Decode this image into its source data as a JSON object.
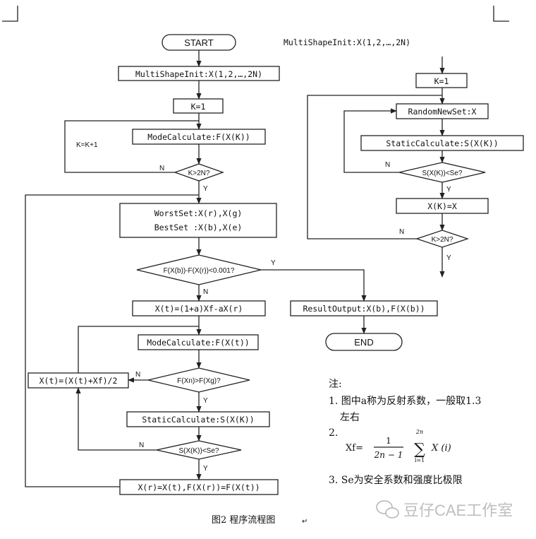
{
  "main": {
    "start": "START",
    "init": "MultiShapeInit:X(1,2,…,2N)",
    "k1": "K=1",
    "mode1": "ModeCalculate:F(X(K))",
    "kk1": "K=K+1",
    "d1": "K>2N?",
    "worst": "WorstSet:X(r),X(g)",
    "best": "BestSet :X(b),X(e)",
    "d2": "F(X(b))-F(X(r))<0.001?",
    "xt": "X(t)=(1+a)Xf-aX(r)",
    "mode2": "ModeCalculate:F(X(t))",
    "d3": "F(Xn)>F(Xg)?",
    "xleft": "X(t)=(X(t)+Xf)/2",
    "static": "StaticCalculate:S(X(K))",
    "d4": "S(X(K))<Se?",
    "last": "X(r)=X(t),F(X(r))=F(X(t))",
    "result": "ResultOutput:X(b),F(X(b))",
    "end": "END"
  },
  "sub": {
    "title": "MultiShapeInit:X(1,2,…,2N)",
    "k1": "K=1",
    "random": "RandomNewSet:X",
    "static": "StaticCalculate:S(X(K))",
    "d1": "S(X(K))<Se?",
    "assign": "X(K)=X",
    "d2": "K>2N?"
  },
  "labels": {
    "yes": "Y",
    "no": "N"
  },
  "notes": {
    "head": "注:",
    "n1a": "1. 图中a称为反射系数，一般取1.3",
    "n1b": "左右",
    "n2": "2.",
    "xf": "Xf=",
    "num": "1",
    "den": "2n − 1",
    "sum_top": "2n",
    "sum_bot": "i=1",
    "xi": "X (i)",
    "n3": "3. Se为安全系数和强度比极限"
  },
  "caption": "图2 程序流程图",
  "watermark": "豆仔CAE工作室"
}
